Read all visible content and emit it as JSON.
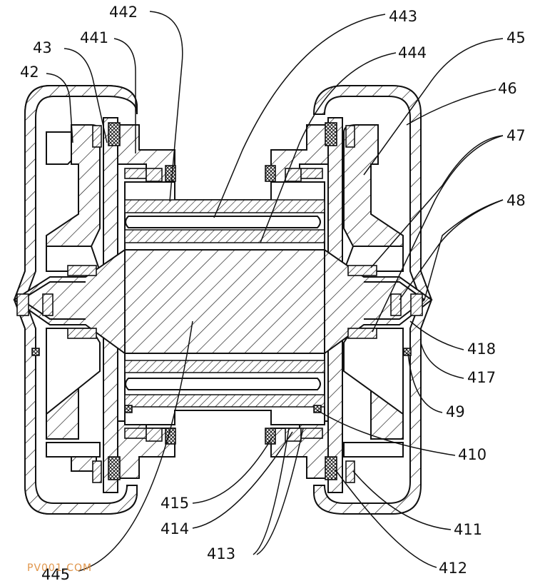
{
  "labels": {
    "l442": "442",
    "l441": "441",
    "l43": "43",
    "l42": "42",
    "l443": "443",
    "l444": "444",
    "l45": "45",
    "l46": "46",
    "l47": "47",
    "l48": "48",
    "l418": "418",
    "l417": "417",
    "l49": "49",
    "l410": "410",
    "l411": "411",
    "l412": "412",
    "l413": "413",
    "l414": "414",
    "l415": "415",
    "l445": "445"
  },
  "watermark": "PV001.COM",
  "colors": {
    "line": "#111111",
    "background": "#ffffff",
    "watermark": "#e0954a"
  }
}
